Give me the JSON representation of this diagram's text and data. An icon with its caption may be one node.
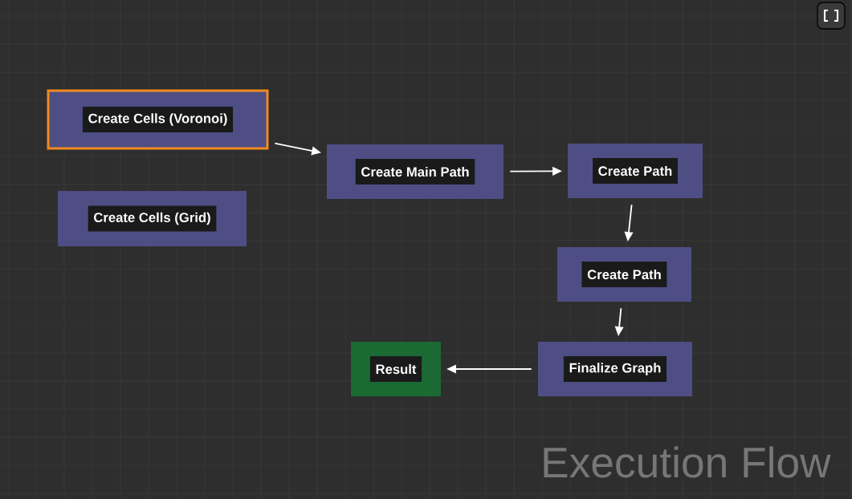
{
  "diagram": {
    "nodes": [
      {
        "text": [
          "Create Cells (Voronoi)"
        ]
      },
      {
        "text": [
          "Create Cells (Grid)"
        ]
      },
      {
        "text": [
          "Create Main Path"
        ]
      },
      {
        "text": [
          "Create Path"
        ]
      },
      {
        "text": [
          "Create Path"
        ]
      },
      {
        "text": [
          "Finalize Graph"
        ]
      },
      {
        "text": [
          "Result"
        ]
      }
    ],
    "edges": [
      {
        "from": 0,
        "to": 2,
        "arrow": "to"
      },
      {
        "from": 2,
        "to": 3,
        "arrow": "to"
      },
      {
        "from": 3,
        "to": 4,
        "arrow": "to"
      },
      {
        "from": 4,
        "to": 5,
        "arrow": "to"
      },
      {
        "from": 5,
        "to": 6,
        "arrow": "to"
      }
    ],
    "labels": [
      "Execution Flow"
    ]
  }
}
